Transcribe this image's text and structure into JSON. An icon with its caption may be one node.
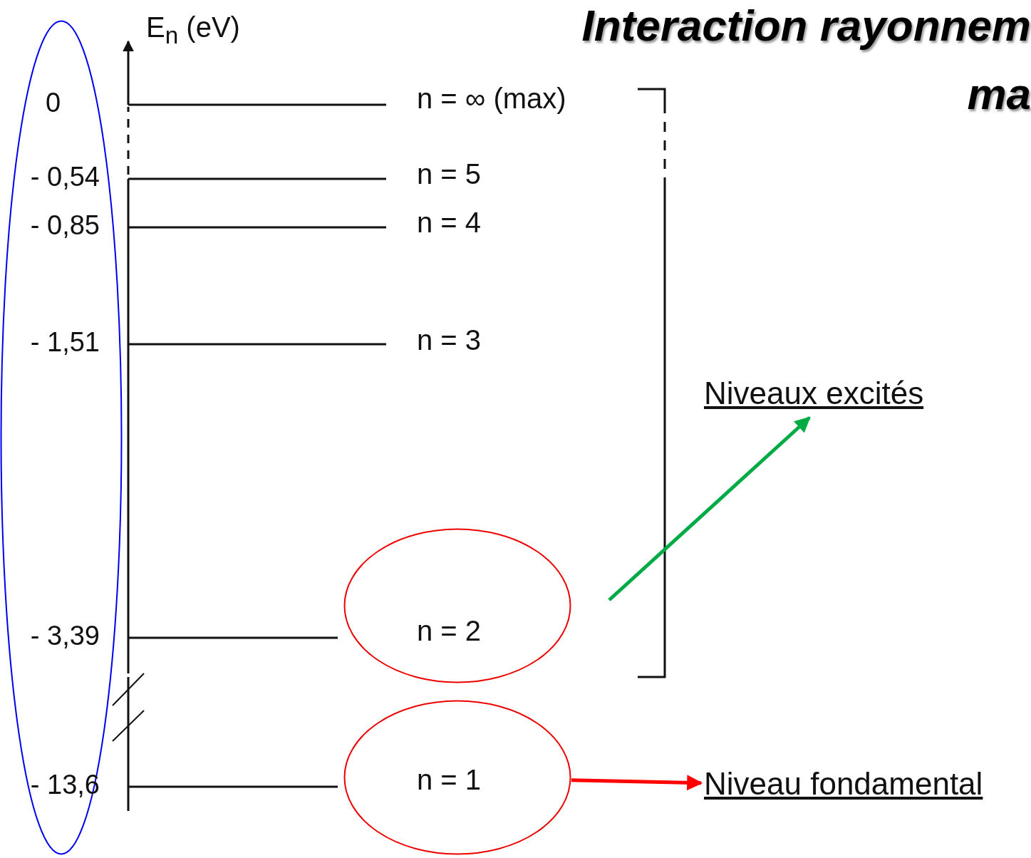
{
  "diagram": {
    "title": "Interaction rayonnem ma",
    "nodes": [
      {
        "text": [
          "0",
          "- 0,54",
          "- 0,85",
          "- 1,51",
          "- 3,39",
          "- 13,6"
        ]
      },
      {
        "text": [
          "n = 2"
        ]
      },
      {
        "text": [
          "n = 1"
        ]
      },
      {
        "text": [
          "Niveaux excités"
        ]
      },
      {
        "text": [
          "Niveau fondamental"
        ]
      }
    ],
    "edges": [
      {
        "from": null,
        "to": 3,
        "arrow": "to",
        "color": "#00aa44"
      },
      {
        "from": 2,
        "to": 4,
        "arrow": "to",
        "color": "#ff0000"
      }
    ],
    "labels": [
      "E$_{n}$ (eV)",
      "n = ∞ (max)",
      "n = 5",
      "n = 4",
      "n = 3"
    ]
  }
}
